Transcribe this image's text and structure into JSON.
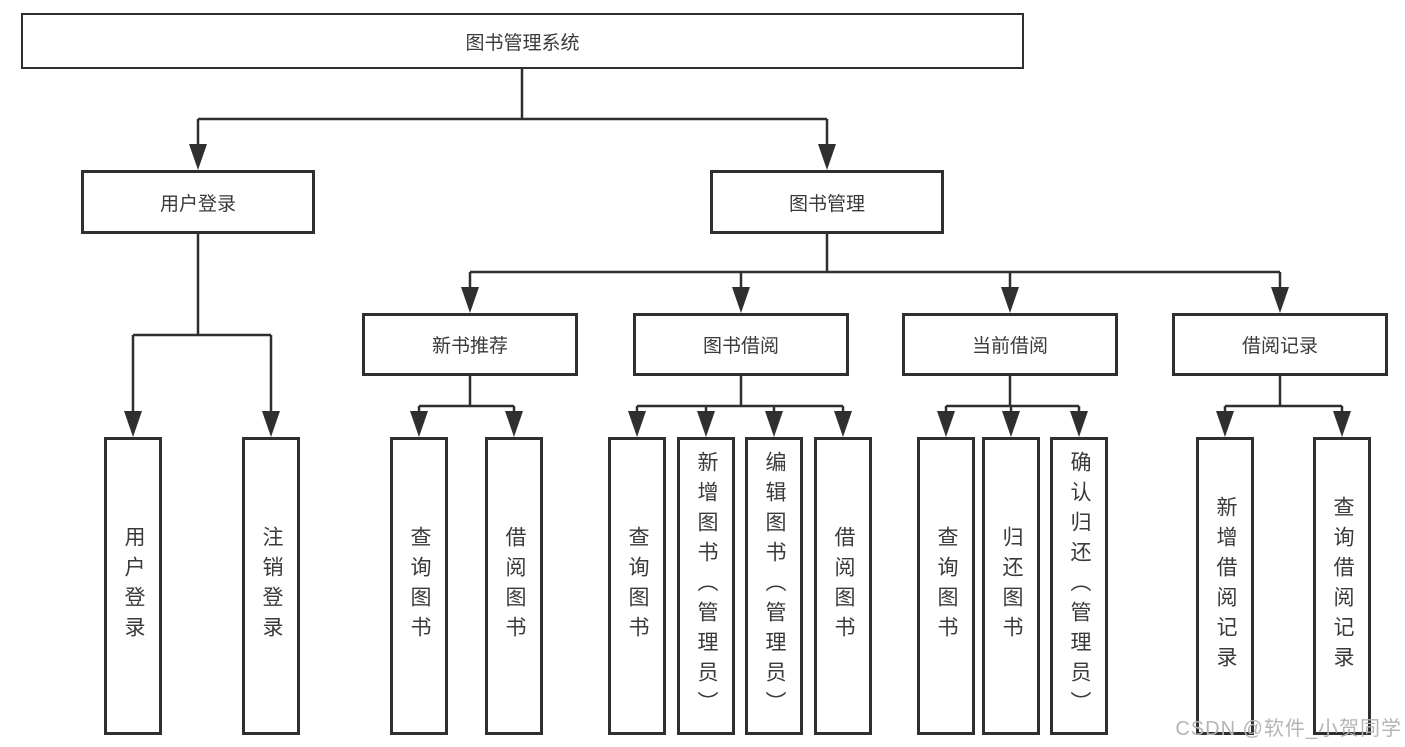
{
  "tree": {
    "label": "图书管理系统",
    "children": [
      {
        "label": "用户登录",
        "children": [
          {
            "label": "用户登录"
          },
          {
            "label": "注销登录"
          }
        ]
      },
      {
        "label": "图书管理",
        "children": [
          {
            "label": "新书推荐",
            "children": [
              {
                "label": "查询图书"
              },
              {
                "label": "借阅图书"
              }
            ]
          },
          {
            "label": "图书借阅",
            "children": [
              {
                "label": "查询图书"
              },
              {
                "label": "新增图书（管理员）"
              },
              {
                "label": "编辑图书（管理员）"
              },
              {
                "label": "借阅图书"
              }
            ]
          },
          {
            "label": "当前借阅",
            "children": [
              {
                "label": "查询图书"
              },
              {
                "label": "归还图书"
              },
              {
                "label": "确认归还（管理员）"
              }
            ]
          },
          {
            "label": "借阅记录",
            "children": [
              {
                "label": "新增借阅记录"
              },
              {
                "label": "查询借阅记录"
              }
            ]
          }
        ]
      }
    ]
  },
  "watermark": "CSDN @软件_小贺同学",
  "colors": {
    "line": "#2f2f2f",
    "text": "#3a3a3a",
    "watermark": "#b5b5b5",
    "background": "#ffffff"
  }
}
